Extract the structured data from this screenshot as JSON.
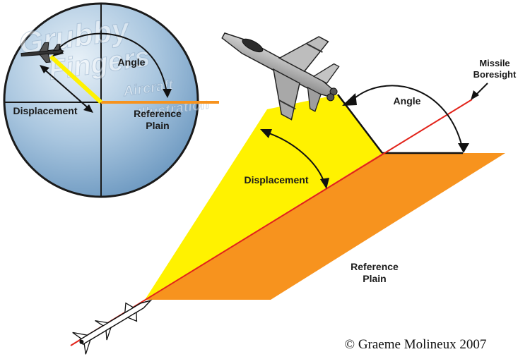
{
  "labels": {
    "inset_angle": "Angle",
    "inset_displacement": "Displacement",
    "inset_reference_line1": "Reference",
    "inset_reference_line2": "Plain",
    "main_angle": "Angle",
    "missile_boresight_line1": "Missile",
    "missile_boresight_line2": "Boresight",
    "main_displacement": "Displacement",
    "main_reference_line1": "Reference",
    "main_reference_line2": "Plain"
  },
  "watermark": {
    "line1": "Grubby",
    "line2": "Fingers",
    "line3": "Aircraft",
    "line4": "Illustration"
  },
  "copyright": "© Graeme Molineux 2007",
  "colors": {
    "reference_plane": "#F7931E",
    "displacement_plane": "#FFF200",
    "boresight_line": "#E2231A",
    "scope_light": "#D6E6F2",
    "scope_dark": "#7FA8CC",
    "outline": "#111111"
  },
  "icons": {
    "aircraft": "fighter-jet-icon",
    "missile": "missile-icon",
    "scope": "radar-scope-icon"
  }
}
